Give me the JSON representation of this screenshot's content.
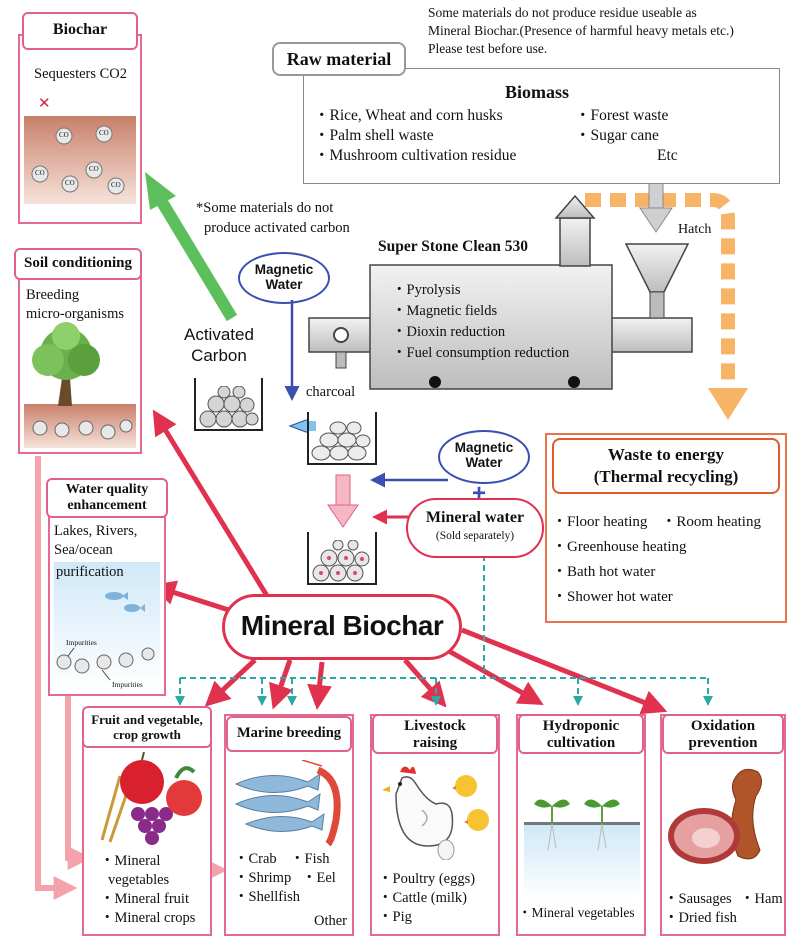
{
  "top_note": [
    "Some materials do not produce residue useable as",
    "Mineral Biochar.(Presence of harmful heavy metals etc.)",
    "Please test before use."
  ],
  "raw_material": {
    "label": "Raw material",
    "title": "Biomass",
    "left_items": [
      "・Rice, Wheat and corn husks",
      "・Palm shell waste",
      "・Mushroom cultivation residue"
    ],
    "right_items": [
      "・Forest waste",
      "・Sugar cane",
      "Etc"
    ]
  },
  "hatch": "Hatch",
  "machine": {
    "title": "Super Stone Clean 530",
    "items": [
      "・Pyrolysis",
      "・Magnetic fields",
      "・Dioxin reduction",
      "・Fuel consumption reduction"
    ]
  },
  "activated_note": [
    "*Some materials do not",
    "produce activated carbon"
  ],
  "magnetic_water": [
    "Magnetic",
    "Water"
  ],
  "activated_carbon": [
    "Activated",
    "Carbon"
  ],
  "charcoal": "charcoal",
  "mineral_water": {
    "title": "Mineral water",
    "sub": "(Sold separately)"
  },
  "waste_energy": {
    "title_lines": [
      "Waste to energy",
      "(Thermal recycling)"
    ],
    "items": [
      "・Floor heating",
      "・Room heating",
      "・Greenhouse heating",
      "・Bath hot water",
      "・Shower hot water"
    ]
  },
  "biochar": {
    "label": "Biochar",
    "desc": "Sequesters CO2",
    "co_label": "CO"
  },
  "soil": {
    "label": "Soil conditioning",
    "desc": [
      "Breeding",
      "micro-organisms"
    ]
  },
  "water_quality": {
    "label": [
      "Water quality",
      "enhancement"
    ],
    "desc": [
      "Lakes, Rivers,",
      "Sea/ocean",
      "purification"
    ],
    "impurities": "Impurities"
  },
  "mineral_biochar": "Mineral Biochar",
  "categories": {
    "fruit": {
      "label": [
        "Fruit and vegetable,",
        "crop growth"
      ],
      "items": [
        "・Mineral",
        "vegetables",
        "・Mineral fruit",
        "・Mineral crops"
      ]
    },
    "marine": {
      "label": [
        "Marine breeding"
      ],
      "items": [
        "・Crab",
        "・Fish",
        "・Shrimp",
        "・Eel",
        "・Shellfish",
        "Other"
      ]
    },
    "livestock": {
      "label": [
        "Livestock",
        "raising"
      ],
      "items": [
        "・Poultry (eggs)",
        "・Cattle (milk)",
        "・Pig"
      ]
    },
    "hydroponic": {
      "label": [
        "Hydroponic",
        "cultivation"
      ],
      "items": [
        "・Mineral vegetables"
      ]
    },
    "oxidation": {
      "label": [
        "Oxidation",
        "prevention"
      ],
      "items": [
        "・Sausages",
        "・Ham",
        "・Dried fish"
      ]
    }
  },
  "colors": {
    "pink_border": "#e0628a",
    "red_arrow": "#e0324f",
    "light_pink_arrow": "#f4a3ad",
    "green_arrow": "#5cbf5c",
    "orange_dash": "#f7b366",
    "teal_dash": "#2aa9a7",
    "blue_outline": "#3a4fb0",
    "light_blue": "#7fc4ea",
    "soil_brown": "#c8806a"
  }
}
